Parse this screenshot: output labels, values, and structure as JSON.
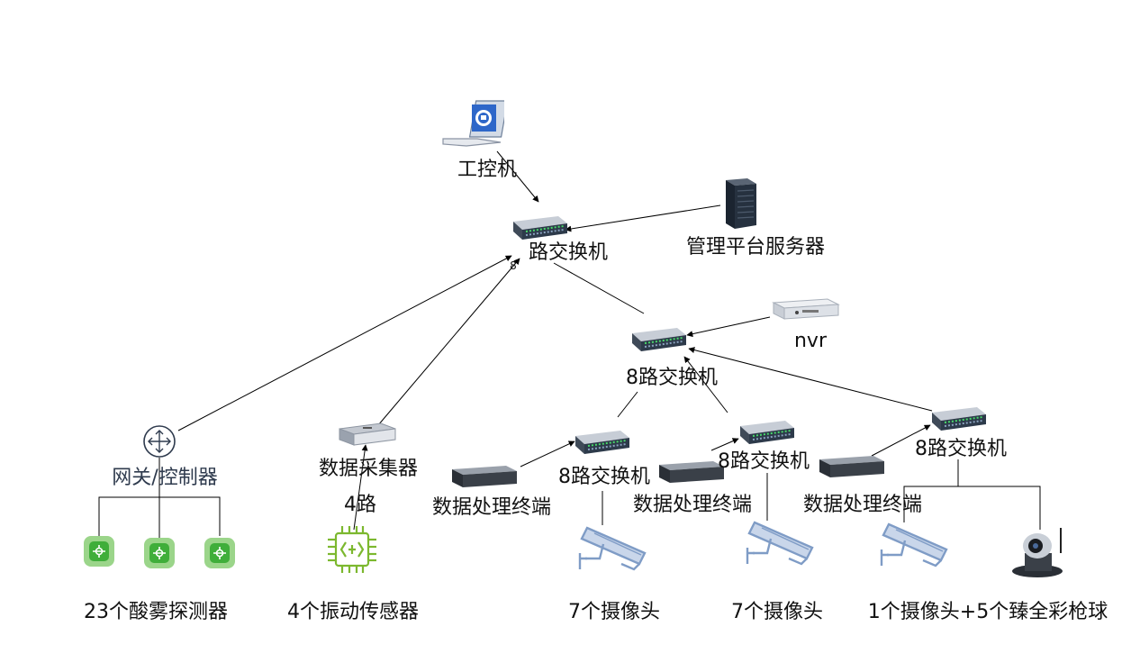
{
  "labels": {
    "ipc": "工控机",
    "core_switch": "路交换机",
    "core_switch_num": "8",
    "mgmt_server": "管理平台服务器",
    "nvr": "nvr",
    "switch_mid": "8路交换机",
    "switch_a": "8路交换机",
    "switch_b": "8路交换机",
    "switch_c": "8路交换机",
    "gateway": "网关/控制器",
    "data_collector": "数据采集器",
    "four_way": "4路",
    "terminal_a": "数据处理终端",
    "terminal_b": "数据处理终端",
    "terminal_c": "数据处理终端",
    "acid_detectors": "23个酸雾探测器",
    "vibration_sensors": "4个振动传感器",
    "cameras_a": "7个摄像头",
    "cameras_b": "7个摄像头",
    "cameras_c": "1个摄像头+5个臻全彩枪球"
  },
  "icons": {
    "ipc": "laptop-icon",
    "switch": "network-switch-icon",
    "server": "server-rack-icon",
    "nvr": "nvr-icon",
    "gateway": "router-icon",
    "collector": "data-collector-icon",
    "terminal": "terminal-box-icon",
    "detector": "detector-icon",
    "chip": "chip-sensor-icon",
    "camera": "cctv-camera-icon",
    "ptz": "ptz-camera-icon"
  },
  "colors": {
    "line": "#000000",
    "detector_fill": "#9bd58a",
    "chip_stroke": "#7cb82f",
    "camera_blue": "#7f9cc6",
    "switch_dark": "#2d3a4a",
    "gateway_text": "#2f3b4e"
  }
}
